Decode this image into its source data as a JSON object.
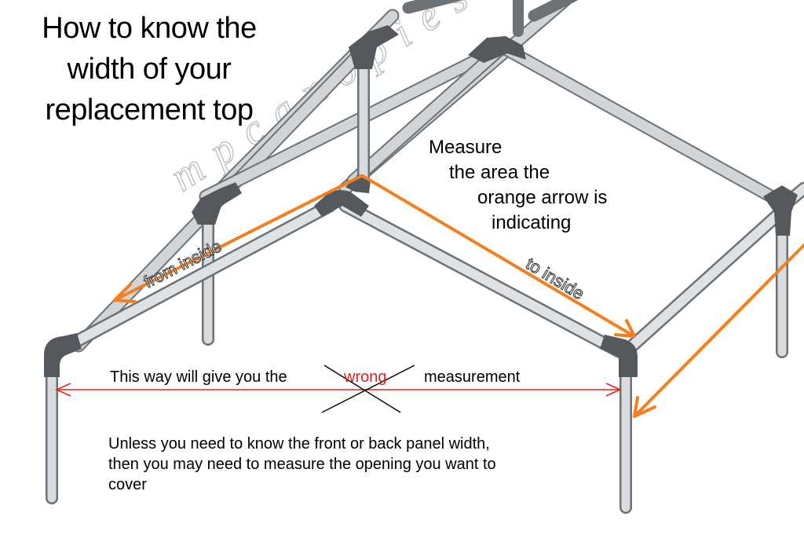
{
  "title": {
    "line1": "How to know the",
    "line2": "width of your",
    "line3": "replacement top"
  },
  "watermark": "mpcanopies.com",
  "instruction": {
    "line1": "Measure",
    "line2": "the area the",
    "line3": "orange arrow is",
    "line4": "indicating"
  },
  "arrow_labels": {
    "from": "from inside",
    "to": "to inside"
  },
  "wrong_note": {
    "prefix": "This way will give you the",
    "highlight": "wrong",
    "suffix": "measurement"
  },
  "panel_note": {
    "line1": "Unless you need to know the front or back panel width,",
    "line2": "then you may need to measure the opening you want to",
    "line3": "cover"
  },
  "colors": {
    "arrow": "#f57f1f",
    "wrong_line": "#e0241e",
    "pipe": "#c8ccd0",
    "pipe_edge": "#6d7277",
    "fitting": "#55585c"
  }
}
